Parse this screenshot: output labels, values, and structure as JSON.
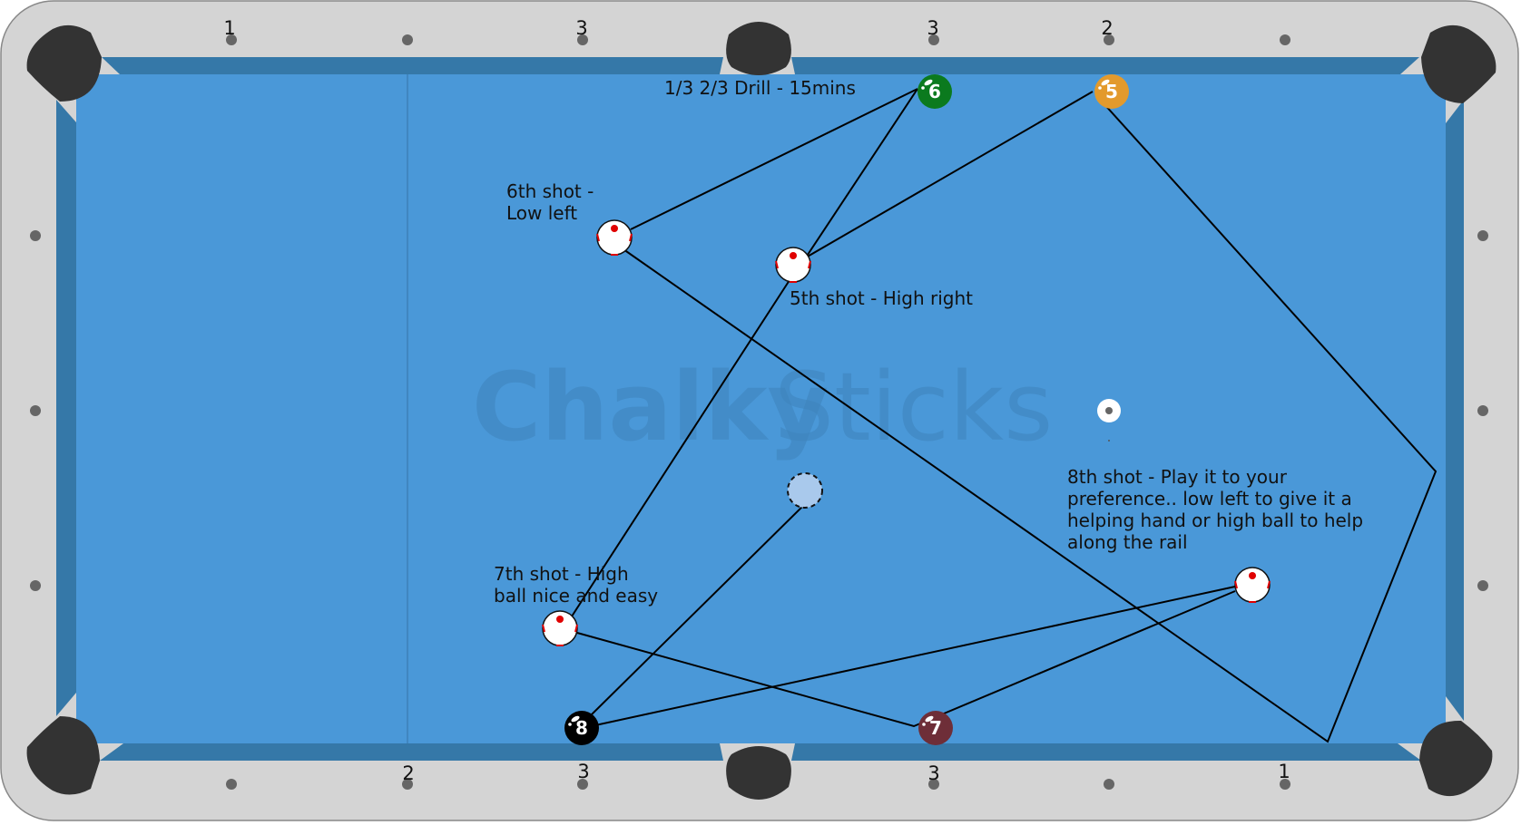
{
  "title": "1/3 2/3 Drill - 15mins",
  "watermark": {
    "left": "Chalky",
    "right": "Sticks"
  },
  "rail_numbers": {
    "top": [
      "1",
      "3",
      "3",
      "2"
    ],
    "bottom": [
      "2",
      "3",
      "3",
      "1"
    ]
  },
  "annotations": {
    "shot5": [
      "5th shot - High right"
    ],
    "shot6": [
      "6th shot -",
      "Low left"
    ],
    "shot7": [
      "7th shot - High",
      "ball nice and easy"
    ],
    "shot8": [
      "8th shot - Play it to your",
      "preference.. low left to give it a",
      "helping hand or high ball to help",
      "along the rail"
    ]
  },
  "balls": {
    "six": {
      "number": "6",
      "color": "#0b7a1e"
    },
    "five": {
      "number": "5",
      "color": "#e39a2c"
    },
    "seven": {
      "number": "7",
      "color": "#6e2e38"
    },
    "eight": {
      "number": "8",
      "color": "#000000"
    }
  },
  "colors": {
    "cloth": "#4a98d8",
    "cushion": "#3578a8",
    "rail": "#d4d4d4",
    "pocket": "#333333",
    "cue_spin_dot": "#e00000",
    "shot_line": "#000000",
    "ghost_ball": "#a9c9ec"
  }
}
